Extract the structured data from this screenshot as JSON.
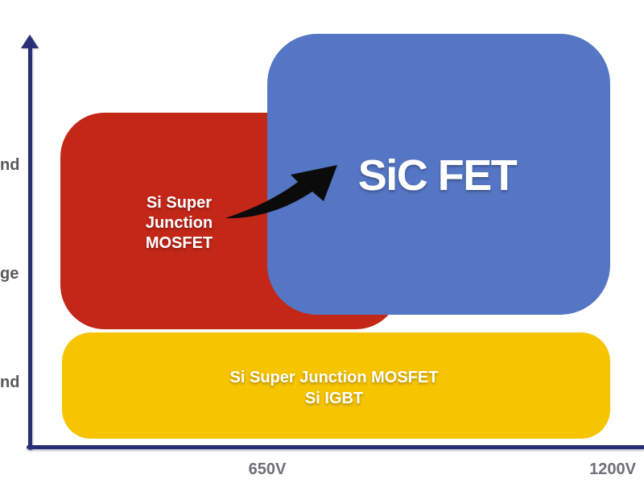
{
  "diagram": {
    "kind": "market-positioning-diagram"
  },
  "colors": {
    "background": "#ffffff",
    "red_box": "#c32718",
    "blue_box": "#5576c4",
    "yellow_box": "#f6c400",
    "axis": "#2a2f75",
    "arrow": "#0b0b0b",
    "y_label_text": "#58595b",
    "x_label_text": "#6f7078",
    "box_text": "#ffffff"
  },
  "y_axis": {
    "visible_label_fragments": [
      {
        "text": "nd"
      },
      {
        "text": "ge"
      },
      {
        "text": "nd"
      }
    ]
  },
  "x_axis": {
    "tick_labels": [
      {
        "text": "650V"
      },
      {
        "text": "1200V"
      }
    ]
  },
  "boxes": {
    "red": {
      "label_lines": [
        "Si Super",
        "Junction",
        "MOSFET"
      ]
    },
    "blue": {
      "label": "SiC FET"
    },
    "yellow": {
      "label_lines": [
        "Si Super Junction MOSFET",
        "Si IGBT"
      ]
    }
  },
  "icons": {
    "transition_arrow": "curved-up-right-swoosh-arrow"
  }
}
